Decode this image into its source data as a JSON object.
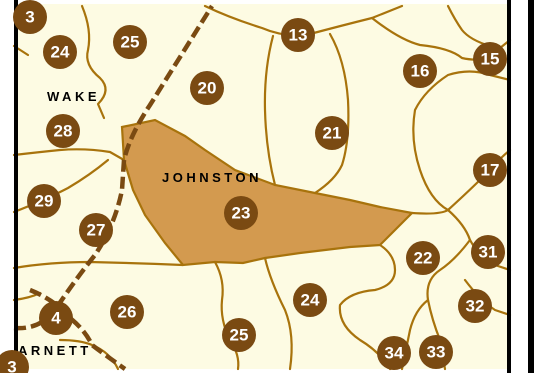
{
  "colors": {
    "background": "#fdfbe3",
    "boundary": "#a8730c",
    "highlight_fill": "#d39a4f",
    "badge": "#7a4a12",
    "badge_text": "#ffffff",
    "county_line": "#7a4a12",
    "frame": "#000000",
    "label": "#000000"
  },
  "counties": {
    "wake": "WAKE",
    "johnston": "JOHNSTON",
    "harnett": "ARNETT"
  },
  "districts": [
    {
      "id": "3a",
      "label": "3"
    },
    {
      "id": "24a",
      "label": "24"
    },
    {
      "id": "25a",
      "label": "25"
    },
    {
      "id": "13",
      "label": "13"
    },
    {
      "id": "15",
      "label": "15"
    },
    {
      "id": "16",
      "label": "16"
    },
    {
      "id": "20",
      "label": "20"
    },
    {
      "id": "28",
      "label": "28"
    },
    {
      "id": "21",
      "label": "21"
    },
    {
      "id": "17",
      "label": "17"
    },
    {
      "id": "29",
      "label": "29"
    },
    {
      "id": "23",
      "label": "23"
    },
    {
      "id": "27",
      "label": "27"
    },
    {
      "id": "22",
      "label": "22"
    },
    {
      "id": "31",
      "label": "31"
    },
    {
      "id": "24b",
      "label": "24"
    },
    {
      "id": "32",
      "label": "32"
    },
    {
      "id": "4",
      "label": "4"
    },
    {
      "id": "26",
      "label": "26"
    },
    {
      "id": "25b",
      "label": "25"
    },
    {
      "id": "34",
      "label": "34"
    },
    {
      "id": "33",
      "label": "33"
    },
    {
      "id": "3b",
      "label": "3"
    }
  ],
  "highlighted_district": "23"
}
